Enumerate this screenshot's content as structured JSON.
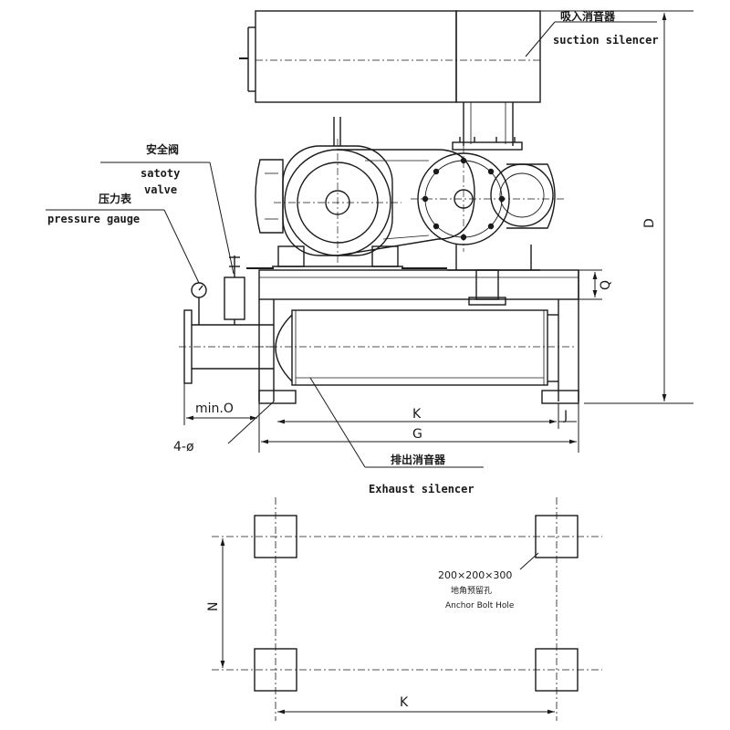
{
  "labels": {
    "suction_silencer_cn": "吸入消音器",
    "suction_silencer_en": "suction silencer",
    "safety_valve_cn": "安全阀",
    "safety_valve_en_line1": "satoty",
    "safety_valve_en_line2": "valve",
    "pressure_gauge_cn": "压力表",
    "pressure_gauge_en": "pressure gauge",
    "exhaust_silencer_cn": "排出消音器",
    "exhaust_silencer_en": "Exhaust silencer",
    "anchor_size": "200×200×300",
    "anchor_cn": "地角预留孔",
    "anchor_en": "Anchor Bolt Hole"
  },
  "dimensions": {
    "D": "D",
    "Q": "Q",
    "K_top": "K",
    "G": "G",
    "J": "J",
    "min_O": "min.O",
    "holes": "4-ø",
    "N": "N",
    "K_bottom": "K"
  }
}
